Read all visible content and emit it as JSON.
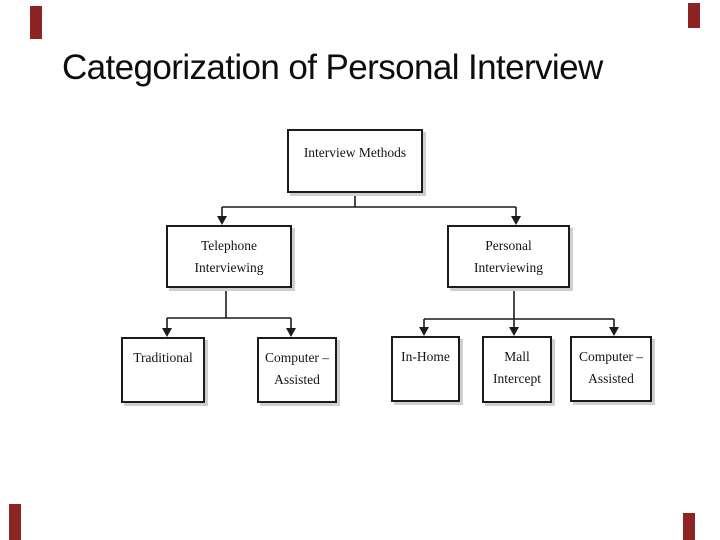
{
  "slide": {
    "title": "Categorization of Personal Interview",
    "background_color": "#ffffff",
    "accent_bar_color": "#8e2323",
    "title_color": "#0d0d0d"
  },
  "diagram": {
    "type": "tree",
    "root": "Interview Methods",
    "nodes": [
      {
        "id": "interview-methods",
        "line1": "Interview Methods",
        "line2": "",
        "parent": null
      },
      {
        "id": "telephone-interviewing",
        "line1": "Telephone",
        "line2": "Interviewing",
        "parent": "interview-methods"
      },
      {
        "id": "personal-interviewing",
        "line1": "Personal",
        "line2": "Interviewing",
        "parent": "interview-methods"
      },
      {
        "id": "traditional",
        "line1": "Traditional",
        "line2": "",
        "parent": "telephone-interviewing"
      },
      {
        "id": "computer-assisted-telephone",
        "line1": "Computer –",
        "line2": "Assisted",
        "parent": "telephone-interviewing"
      },
      {
        "id": "in-home",
        "line1": "In-Home",
        "line2": "",
        "parent": "personal-interviewing"
      },
      {
        "id": "mall-intercept",
        "line1": "Mall",
        "line2": "Intercept",
        "parent": "personal-interviewing"
      },
      {
        "id": "computer-assisted-personal",
        "line1": "Computer –",
        "line2": "Assisted",
        "parent": "personal-interviewing"
      }
    ],
    "box_border_color": "#1b1b1b",
    "box_shadow_color": "#cfcfcf",
    "connector_color": "#1c1c1c"
  }
}
